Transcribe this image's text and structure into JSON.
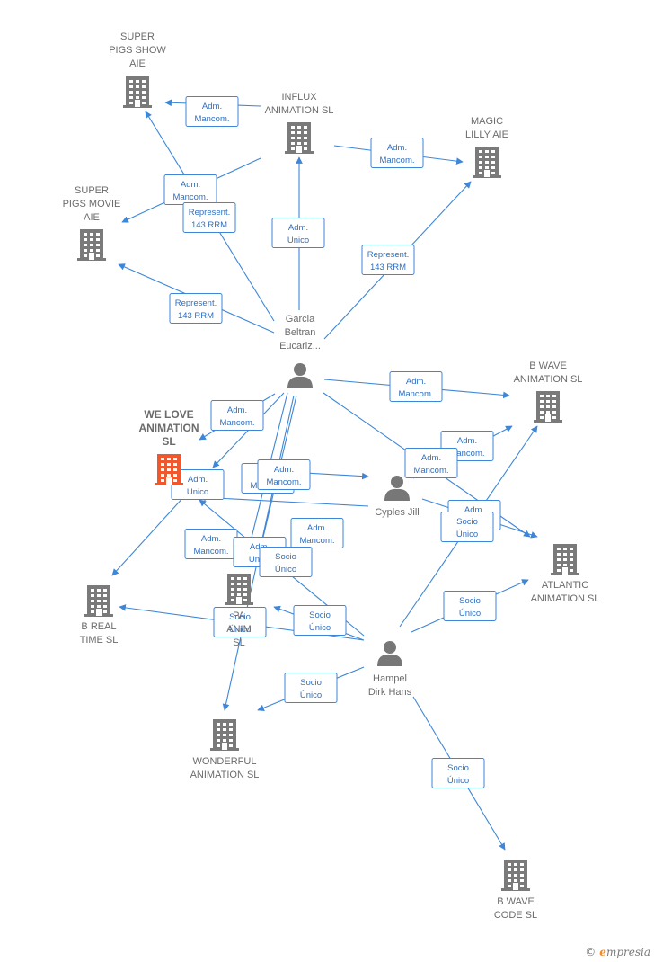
{
  "colors": {
    "company": "#7a7a7a",
    "focus_company": "#f0572c",
    "person": "#777777",
    "edge": "#3d86d8",
    "tag_text": "#2f6fbf",
    "brand_accent": "#f08a24"
  },
  "nodes": [
    {
      "id": "super_pigs_show",
      "type": "company",
      "lines": [
        "SUPER",
        "PIGS SHOW",
        "AIE"
      ]
    },
    {
      "id": "influx",
      "type": "company",
      "lines": [
        "INFLUX",
        "ANIMATION  SL"
      ]
    },
    {
      "id": "magic_lilly",
      "type": "company",
      "lines": [
        "MAGIC",
        "LILLY  AIE"
      ]
    },
    {
      "id": "super_pigs_movie",
      "type": "company",
      "lines": [
        "SUPER",
        "PIGS MOVIE",
        "AIE"
      ]
    },
    {
      "id": "garcia",
      "type": "person",
      "lines": [
        "Garcia",
        "Beltran",
        "Eucariz..."
      ]
    },
    {
      "id": "b_wave_animation",
      "type": "company",
      "lines": [
        "B WAVE",
        "ANIMATION  SL"
      ]
    },
    {
      "id": "we_love",
      "type": "focus",
      "lines": [
        "WE LOVE",
        "ANIMATION",
        "SL"
      ]
    },
    {
      "id": "cyples",
      "type": "person",
      "lines": [
        "Cyples Jill"
      ]
    },
    {
      "id": "atlantic",
      "type": "company",
      "lines": [
        "ATLANTIC",
        "ANIMATION  SL"
      ]
    },
    {
      "id": "b_real_time",
      "type": "company",
      "lines": [
        "B REAL",
        "TIME  SL"
      ]
    },
    {
      "id": "pa_animation",
      "type": "company",
      "lines": [
        "PA",
        "ANIM",
        "SL"
      ]
    },
    {
      "id": "hampel",
      "type": "person",
      "lines": [
        "Hampel",
        "Dirk Hans"
      ]
    },
    {
      "id": "wonderful",
      "type": "company",
      "lines": [
        "WONDERFUL",
        "ANIMATION  SL"
      ]
    },
    {
      "id": "b_wave_code",
      "type": "company",
      "lines": [
        "B WAVE",
        "CODE  SL"
      ]
    }
  ],
  "tags": [
    [
      "Adm.",
      "Mancom."
    ],
    [
      "Adm.",
      "Mancom."
    ],
    [
      "Adm.",
      "Mancom."
    ],
    [
      "Represent.",
      "143 RRM"
    ],
    [
      "Adm.",
      "Unico"
    ],
    [
      "Represent.",
      "143 RRM"
    ],
    [
      "Represent.",
      "143 RRM"
    ],
    [
      "Adm.",
      "Mancom."
    ],
    [
      "Adm.",
      "Mancom."
    ],
    [
      "Adm.",
      "Mancom."
    ],
    [
      "Adm.",
      "Mancom."
    ],
    [
      "Adm.",
      "Unico"
    ],
    [
      "Adm.",
      "Mancom."
    ],
    [
      "Adm.",
      "Mancom."
    ],
    [
      "Adm.",
      "Mancom."
    ],
    [
      "Adm.",
      "Mancom."
    ],
    [
      "Socio",
      "Único"
    ],
    [
      "Adm.",
      "Mancom."
    ],
    [
      "Adm.",
      "Unico"
    ],
    [
      "Socio",
      "Único"
    ],
    [
      "Socio",
      "Único"
    ],
    [
      "Socio",
      "Único"
    ],
    [
      "Socio",
      "Único"
    ],
    [
      "Socio",
      "Único"
    ],
    [
      "Socio",
      "Único"
    ]
  ],
  "brand": {
    "symbol": "©",
    "initial": "e",
    "rest": "mpresia"
  }
}
